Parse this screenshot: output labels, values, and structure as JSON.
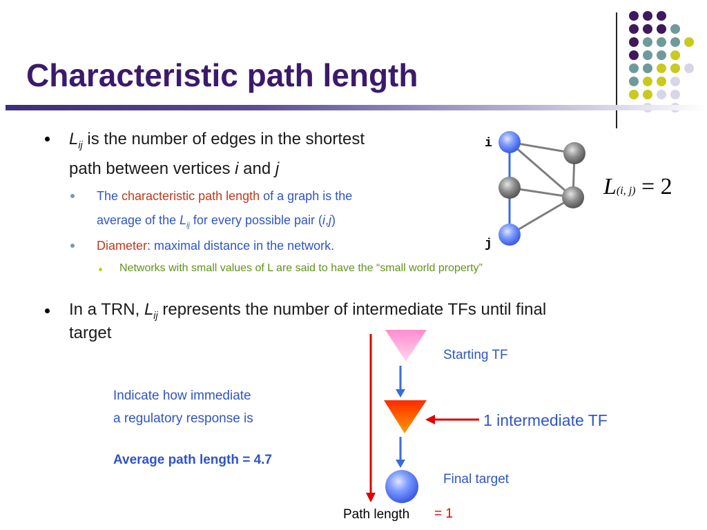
{
  "slide": {
    "title": "Characteristic path length",
    "bullet1": {
      "l": "L",
      "l_sub": "ij",
      "text_a": " is the number of edges in the shortest",
      "text_b": "path between vertices ",
      "i": "i",
      "and": " and ",
      "j": "j"
    },
    "sub1": {
      "the": "The ",
      "term": "characteristic path length",
      "rest": " of a graph is the",
      "line2_a": "average of the ",
      "l": "L",
      "l_sub": "ij",
      "line2_b": " for every possible pair (",
      "i": "i",
      "comma": ",",
      "j": "j",
      "close": ")"
    },
    "sub2": {
      "term": "Diameter",
      "rest": ": maximal distance in the network."
    },
    "sub3": {
      "text": "Networks with small values of L are said to have the “small world property”"
    },
    "bullet2": {
      "text_a": "In a TRN, ",
      "l": "L",
      "l_sub": "ij",
      "text_b": " represents the number of intermediate TFs until final",
      "line2": "target"
    },
    "graph": {
      "label_i": "i",
      "label_j": "j",
      "formula": {
        "l": "L",
        "sub": "(i, j)",
        "eq": " = 2"
      }
    },
    "trn": {
      "starting": "Starting TF",
      "intermediate": "1 intermediate TF",
      "final": "Final target",
      "path_length": "Path length",
      "eq": "= 1"
    },
    "note": {
      "line1": "Indicate how immediate",
      "line2": "a regulatory response is",
      "avg": "Average path length = 4.7"
    },
    "colors": {
      "title": "#3b1a6b",
      "blue_text": "#2f54c8",
      "red_text": "#c0391b",
      "green_text": "#5f9318",
      "node_blue": "#6f8fff",
      "node_gray": "#8a8a8a",
      "arrow_red": "#e00000"
    }
  }
}
